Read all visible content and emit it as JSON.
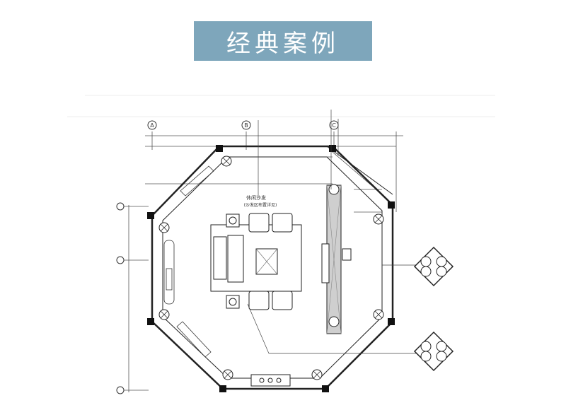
{
  "header": {
    "title": "经典案例"
  },
  "plan": {
    "grid_bubbles": [
      "A",
      "B",
      "C"
    ],
    "center_note_line1": "休闲沙发",
    "center_note_line2": "(沙发区布置详见)"
  }
}
